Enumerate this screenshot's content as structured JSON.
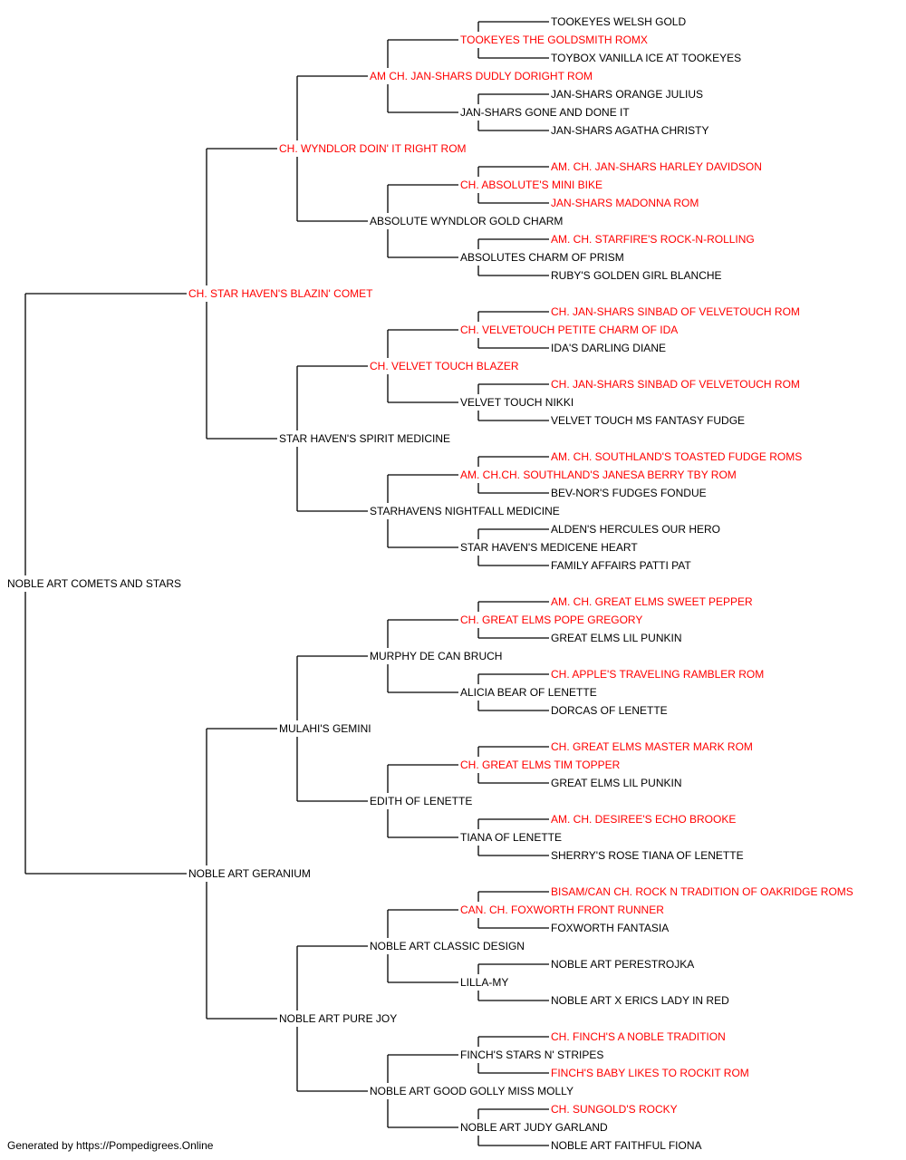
{
  "colors": {
    "champion": "#ff0000",
    "normal": "#000000",
    "line": "#000000"
  },
  "footer": "Generated by https://Pompedigrees.Online",
  "pedigree": {
    "name": "NOBLE ART COMETS AND STARS",
    "titled": false,
    "sire": {
      "name": "CH. STAR HAVEN'S BLAZIN' COMET",
      "titled": true,
      "sire": {
        "name": "CH. WYNDLOR DOIN' IT RIGHT ROM",
        "titled": true,
        "sire": {
          "name": "AM CH. JAN-SHARS DUDLY DORIGHT ROM",
          "titled": true,
          "sire": {
            "name": "TOOKEYES THE GOLDSMITH ROMX",
            "titled": true,
            "sire": {
              "name": "TOOKEYES WELSH GOLD",
              "titled": false
            },
            "dam": {
              "name": "TOYBOX VANILLA ICE AT TOOKEYES",
              "titled": false
            }
          },
          "dam": {
            "name": "JAN-SHARS GONE AND DONE IT",
            "titled": false,
            "sire": {
              "name": "JAN-SHARS ORANGE JULIUS",
              "titled": false
            },
            "dam": {
              "name": "JAN-SHARS AGATHA CHRISTY",
              "titled": false
            }
          }
        },
        "dam": {
          "name": "ABSOLUTE WYNDLOR GOLD CHARM",
          "titled": false,
          "sire": {
            "name": "CH. ABSOLUTE'S MINI BIKE",
            "titled": true,
            "sire": {
              "name": "AM. CH. JAN-SHARS HARLEY DAVIDSON",
              "titled": true
            },
            "dam": {
              "name": "JAN-SHARS MADONNA ROM",
              "titled": true
            }
          },
          "dam": {
            "name": "ABSOLUTES CHARM OF PRISM",
            "titled": false,
            "sire": {
              "name": "AM. CH. STARFIRE'S ROCK-N-ROLLING",
              "titled": true
            },
            "dam": {
              "name": "RUBY'S GOLDEN GIRL BLANCHE",
              "titled": false
            }
          }
        }
      },
      "dam": {
        "name": "STAR HAVEN'S SPIRIT MEDICINE",
        "titled": false,
        "sire": {
          "name": "CH. VELVET TOUCH BLAZER",
          "titled": true,
          "sire": {
            "name": "CH. VELVETOUCH PETITE CHARM OF IDA",
            "titled": true,
            "sire": {
              "name": "CH. JAN-SHARS SINBAD OF VELVETOUCH ROM",
              "titled": true
            },
            "dam": {
              "name": "IDA'S DARLING DIANE",
              "titled": false
            }
          },
          "dam": {
            "name": "VELVET TOUCH NIKKI",
            "titled": false,
            "sire": {
              "name": "CH. JAN-SHARS SINBAD OF VELVETOUCH ROM",
              "titled": true
            },
            "dam": {
              "name": "VELVET TOUCH MS FANTASY FUDGE",
              "titled": false
            }
          }
        },
        "dam": {
          "name": "STARHAVENS NIGHTFALL MEDICINE",
          "titled": false,
          "sire": {
            "name": "AM. CH.CH. SOUTHLAND'S JANESA BERRY TBY ROM",
            "titled": true,
            "sire": {
              "name": "AM. CH. SOUTHLAND'S TOASTED FUDGE ROMS",
              "titled": true
            },
            "dam": {
              "name": "BEV-NOR'S FUDGES FONDUE",
              "titled": false
            }
          },
          "dam": {
            "name": "STAR HAVEN'S MEDICENE HEART",
            "titled": false,
            "sire": {
              "name": "ALDEN'S HERCULES OUR HERO",
              "titled": false
            },
            "dam": {
              "name": "FAMILY AFFAIRS PATTI PAT",
              "titled": false
            }
          }
        }
      }
    },
    "dam": {
      "name": "NOBLE ART GERANIUM",
      "titled": false,
      "sire": {
        "name": "MULAHI'S GEMINI",
        "titled": false,
        "sire": {
          "name": "MURPHY DE CAN BRUCH",
          "titled": false,
          "sire": {
            "name": "CH. GREAT ELMS POPE GREGORY",
            "titled": true,
            "sire": {
              "name": "AM. CH. GREAT ELMS SWEET PEPPER",
              "titled": true
            },
            "dam": {
              "name": "GREAT ELMS LIL PUNKIN",
              "titled": false
            }
          },
          "dam": {
            "name": "ALICIA BEAR OF LENETTE",
            "titled": false,
            "sire": {
              "name": "CH. APPLE'S TRAVELING RAMBLER ROM",
              "titled": true
            },
            "dam": {
              "name": "DORCAS OF LENETTE",
              "titled": false
            }
          }
        },
        "dam": {
          "name": "EDITH OF LENETTE",
          "titled": false,
          "sire": {
            "name": "CH. GREAT ELMS TIM TOPPER",
            "titled": true,
            "sire": {
              "name": "CH. GREAT ELMS MASTER MARK ROM",
              "titled": true
            },
            "dam": {
              "name": "GREAT ELMS LIL PUNKIN",
              "titled": false
            }
          },
          "dam": {
            "name": "TIANA OF LENETTE",
            "titled": false,
            "sire": {
              "name": "AM. CH. DESIREE'S ECHO BROOKE",
              "titled": true
            },
            "dam": {
              "name": "SHERRY'S ROSE TIANA OF LENETTE",
              "titled": false
            }
          }
        }
      },
      "dam": {
        "name": "NOBLE ART PURE JOY",
        "titled": false,
        "sire": {
          "name": "NOBLE ART CLASSIC DESIGN",
          "titled": false,
          "sire": {
            "name": "CAN. CH. FOXWORTH FRONT RUNNER",
            "titled": true,
            "sire": {
              "name": "BISAM/CAN CH. ROCK N TRADITION OF OAKRIDGE ROMS",
              "titled": true
            },
            "dam": {
              "name": "FOXWORTH FANTASIA",
              "titled": false
            }
          },
          "dam": {
            "name": "LILLA-MY",
            "titled": false,
            "sire": {
              "name": "NOBLE ART PERESTROJKA",
              "titled": false
            },
            "dam": {
              "name": "NOBLE ART X ERICS LADY IN RED",
              "titled": false
            }
          }
        },
        "dam": {
          "name": "NOBLE ART GOOD GOLLY MISS MOLLY",
          "titled": false,
          "sire": {
            "name": "FINCH'S STARS N' STRIPES",
            "titled": false,
            "sire": {
              "name": "CH. FINCH'S A NOBLE TRADITION",
              "titled": true
            },
            "dam": {
              "name": "FINCH'S BABY LIKES TO ROCKIT ROM",
              "titled": true
            }
          },
          "dam": {
            "name": "NOBLE ART JUDY GARLAND",
            "titled": false,
            "sire": {
              "name": "CH. SUNGOLD'S ROCKY",
              "titled": true
            },
            "dam": {
              "name": "NOBLE ART FAITHFUL FIONA",
              "titled": false
            }
          }
        }
      }
    }
  }
}
